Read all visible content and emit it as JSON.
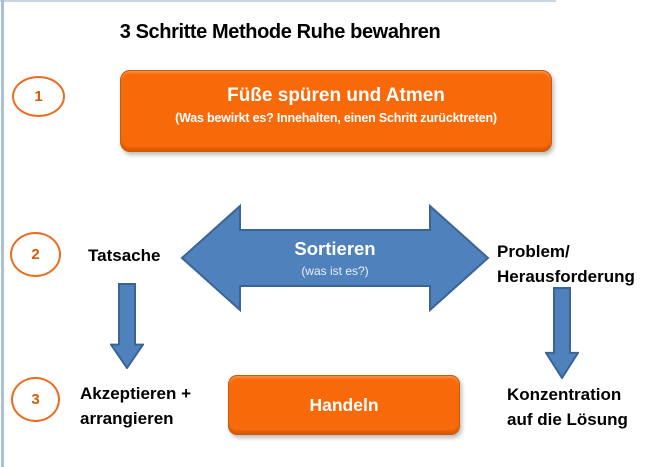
{
  "title": "3 Schritte Methode Ruhe bewahren",
  "colors": {
    "orange_fill": "#f8690a",
    "orange_border": "#d05803",
    "circle_border": "#ed6b1e",
    "step_number": "#d45a07",
    "arrow_fill": "#4f81bd",
    "arrow_border": "#3b6496",
    "edge_line": "#a9c0d6",
    "text": "#000000",
    "box_text": "#ffffff"
  },
  "step1": {
    "number": "1",
    "box_title": "Füße spüren und Atmen",
    "box_subtitle": "(Was bewirkt es? Innehalten,  einen Schritt zurücktreten)"
  },
  "step2": {
    "number": "2",
    "left_label": "Tatsache",
    "arrow_label": "Sortieren",
    "arrow_sublabel": "(was ist es?)",
    "right_label_line1": "Problem/",
    "right_label_line2": "Herausforderung"
  },
  "step3": {
    "number": "3",
    "left_label_line1": "Akzeptieren +",
    "left_label_line2": "arrangieren",
    "box_label": "Handeln",
    "right_label_line1": "Konzentration",
    "right_label_line2": "auf die Lösung"
  }
}
